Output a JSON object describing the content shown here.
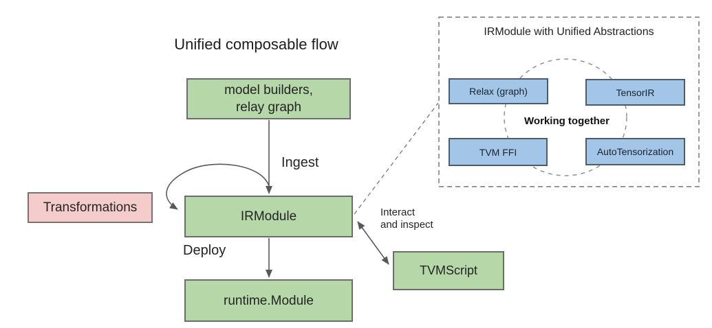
{
  "flow": {
    "title": "Unified composable flow",
    "model_builders_label": "model builders,\nrelay graph",
    "irmodule_label": "IRModule",
    "runtime_label": "runtime.Module",
    "transformations_label": "Transformations",
    "tvmscript_label": "TVMScript",
    "ingest_label": "Ingest",
    "deploy_label": "Deploy",
    "interact_label": "Interact\nand inspect"
  },
  "callout": {
    "title": "IRModule with Unified Abstractions",
    "center_label": "Working together",
    "relax_label": "Relax (graph)",
    "tensorir_label": "TensorIR",
    "tvm_ffi_label": "TVM FFI",
    "autotensorization_label": "AutoTensorization"
  },
  "colors": {
    "green_box_fill": "#b6d7a8",
    "pink_box_fill": "#f4cccc",
    "blue_box_fill": "#a3c6e8",
    "box_border": "#6b6b6b",
    "blue_box_border": "#4d5a68",
    "connector": "#595959",
    "dashed_line": "#8a8a8a",
    "text": "#1d1d1d"
  }
}
